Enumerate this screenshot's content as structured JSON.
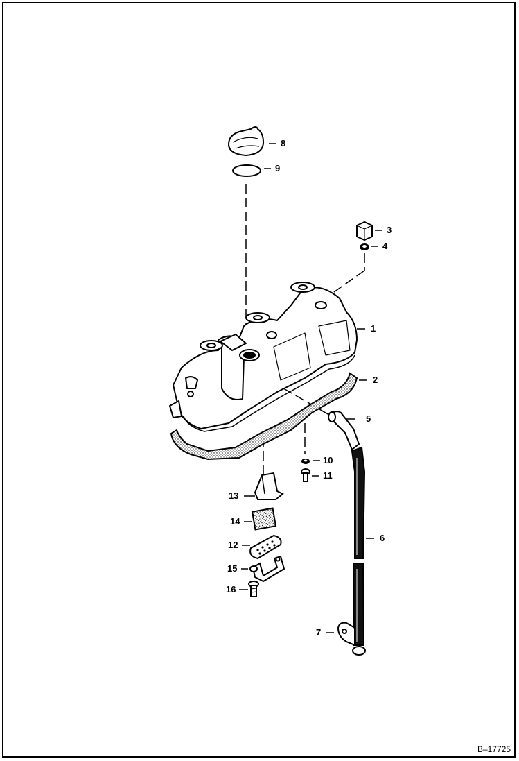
{
  "figure_id": "B–17725",
  "callouts": {
    "c1": "1",
    "c2": "2",
    "c3": "3",
    "c4": "4",
    "c5": "5",
    "c6": "6",
    "c7": "7",
    "c8": "8",
    "c9": "9",
    "c10": "10",
    "c11": "11",
    "c12": "12",
    "c13": "13",
    "c14": "14",
    "c15": "15",
    "c16": "16"
  }
}
